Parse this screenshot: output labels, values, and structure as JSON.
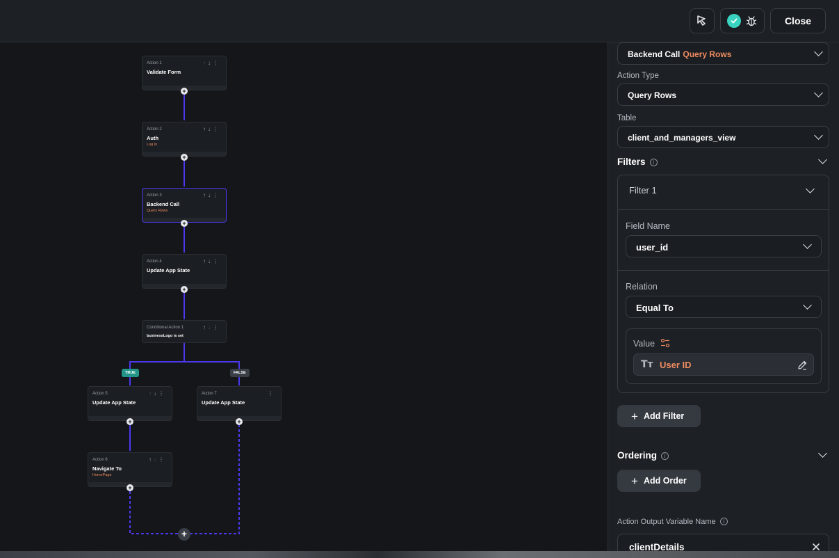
{
  "toolbar": {
    "close_label": "Close",
    "flow_icon": "action-flow-icon",
    "check_icon": "check-circle-icon",
    "bug_icon": "bug-icon"
  },
  "canvas": {
    "nodes": [
      {
        "label": "Action 1",
        "title": "Validate Form",
        "sub": ""
      },
      {
        "label": "Action 2",
        "title": "Auth",
        "sub": "Log In"
      },
      {
        "label": "Action 3",
        "title": "Backend Call",
        "sub": "Query Rows"
      },
      {
        "label": "Action 4",
        "title": "Update App State",
        "sub": ""
      },
      {
        "label": "Conditional Action 1",
        "title": "businessLogo is set",
        "sub": ""
      },
      {
        "label": "Action 5",
        "title": "Update App State",
        "sub": ""
      },
      {
        "label": "Action 7",
        "title": "Update App State",
        "sub": ""
      },
      {
        "label": "Action 6",
        "title": "Navigate To",
        "sub": "HomePage"
      }
    ],
    "true_tag": "TRUE",
    "false_tag": "FALSE"
  },
  "panel": {
    "header_dd": {
      "main": "Backend Call",
      "accent": "Query Rows"
    },
    "action_type": {
      "label": "Action Type",
      "value": "Query Rows"
    },
    "table": {
      "label": "Table",
      "value": "client_and_managers_view"
    },
    "filters": {
      "title": "Filters",
      "filter_name": "Filter 1",
      "field_name_label": "Field Name",
      "field_name_value": "user_id",
      "relation_label": "Relation",
      "relation_value": "Equal To",
      "value_label": "Value",
      "value_value": "User ID",
      "add_label": "Add Filter"
    },
    "ordering": {
      "title": "Ordering",
      "add_label": "Add Order"
    },
    "output": {
      "label": "Action Output Variable Name",
      "value": "clientDetails"
    }
  },
  "colors": {
    "accent_purple": "#4b39ef",
    "accent_orange": "#ee8b60",
    "teal": "#39d2c0"
  }
}
